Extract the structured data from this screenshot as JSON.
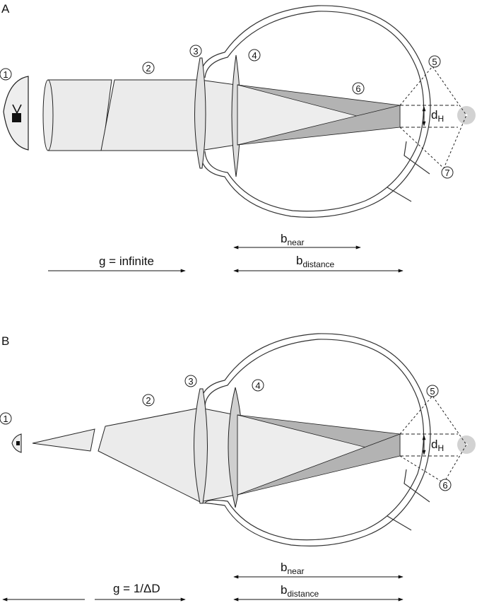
{
  "panels": [
    {
      "letter": "A",
      "distance_label": "g = infinite",
      "b_near": {
        "base": "b",
        "sub": "near"
      },
      "b_distance": {
        "base": "b",
        "sub": "distance"
      },
      "dh": {
        "base": "d",
        "sub": "H"
      },
      "markers": [
        "1",
        "2",
        "3",
        "4",
        "5",
        "6",
        "7"
      ]
    },
    {
      "letter": "B",
      "distance_label": "g = 1/ΔD",
      "b_near": {
        "base": "b",
        "sub": "near"
      },
      "b_distance": {
        "base": "b",
        "sub": "distance"
      },
      "dh": {
        "base": "d",
        "sub": "H"
      },
      "markers": [
        "1",
        "2",
        "3",
        "4",
        "5",
        "6"
      ]
    }
  ],
  "colors": {
    "beam": "#ebebeb",
    "dark_beam": "#b3b3b3",
    "lens_fill": "#cfcfcf",
    "spot": "#d2d2d2",
    "line": "#222222"
  }
}
